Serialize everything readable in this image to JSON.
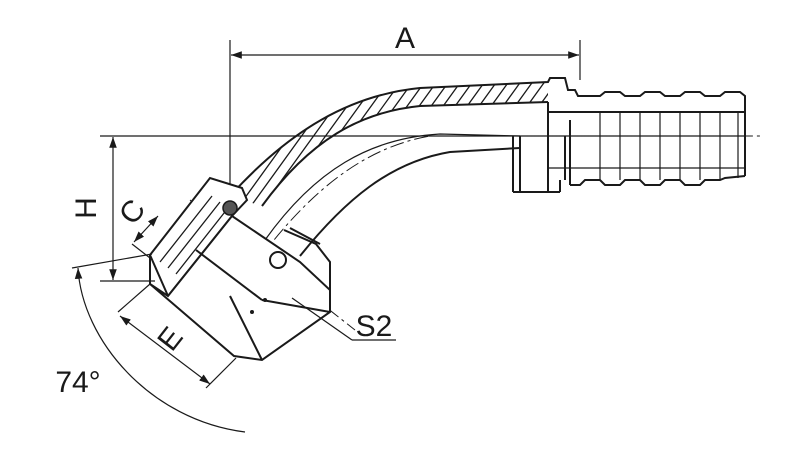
{
  "diagram": {
    "labels": {
      "A": "A",
      "H": "H",
      "C": "C",
      "E": "E",
      "S2": "S2",
      "angle": "74°"
    },
    "colors": {
      "line": "#1a1a1a",
      "background": "#ffffff"
    }
  }
}
